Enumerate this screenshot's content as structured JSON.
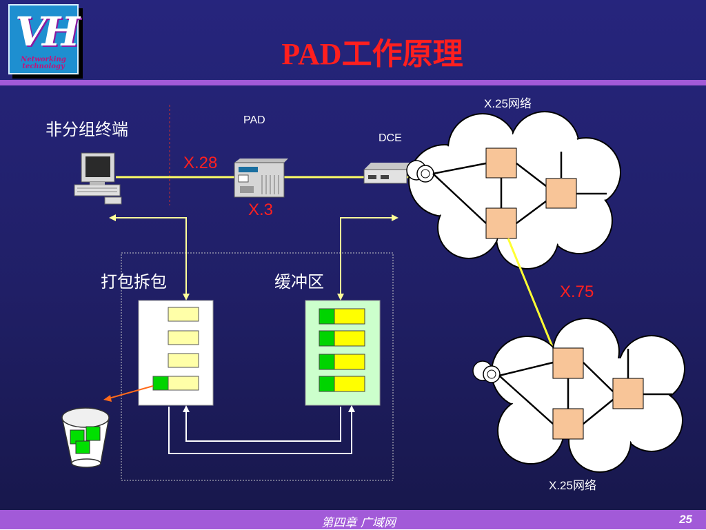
{
  "logo": {
    "mark": "VH",
    "line1": "Networking",
    "line2": "technology"
  },
  "title": "PAD工作原理",
  "labels": {
    "terminal": "非分组终端",
    "pad": "PAD",
    "dce": "DCE",
    "x28": "X.28",
    "x3": "X.3",
    "x25_top": "X.25网络",
    "x75": "X.75",
    "x25_bottom": "X.25网络",
    "pack": "打包拆包",
    "buffer": "缓冲区"
  },
  "footer": {
    "chapter": "第四章 广域网",
    "page": "25"
  },
  "colors": {
    "title": "#ff1f1f",
    "bar": "#a25ad8",
    "link": "#ffff66",
    "node": "#f8c598",
    "packet_green": "#00d400",
    "packet_yellow": "#ffff00"
  }
}
